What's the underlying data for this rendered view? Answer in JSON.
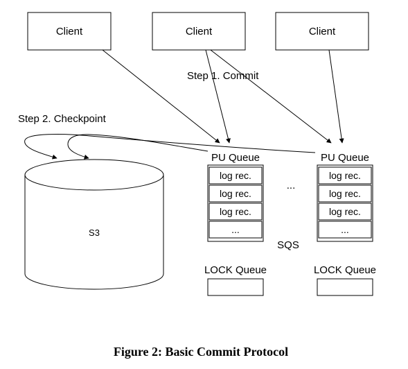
{
  "clients": [
    {
      "label": "Client"
    },
    {
      "label": "Client"
    },
    {
      "label": "Client"
    }
  ],
  "steps": {
    "commit": "Step 1. Commit",
    "checkpoint": "Step 2. Checkpoint"
  },
  "storage": {
    "label": "S3"
  },
  "pu_queues": [
    {
      "title": "PU Queue",
      "records": [
        "log rec.",
        "log rec.",
        "log rec.",
        "..."
      ]
    },
    {
      "title": "PU Queue",
      "records": [
        "log rec.",
        "log rec.",
        "log rec.",
        "..."
      ]
    }
  ],
  "between_queues": "...",
  "sqs_label": "SQS",
  "lock_queues": [
    {
      "title": "LOCK Queue"
    },
    {
      "title": "LOCK Queue"
    }
  ],
  "caption": "Figure 2: Basic Commit Protocol"
}
